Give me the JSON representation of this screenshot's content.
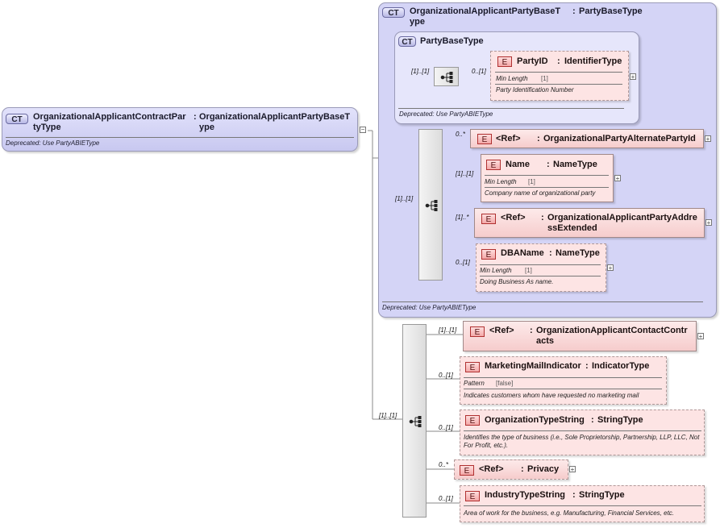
{
  "root": {
    "badge": "CT",
    "name": "OrganizationalApplicantContractPar tyType",
    "name_l1": "OrganizationalApplicantContractPar",
    "name_l2": "tyType",
    "colon": ":",
    "base_l1": "OrganizationalApplicantPartyBaseT",
    "base_l2": "ype",
    "deprecated": "Deprecated: Use PartyABIEType"
  },
  "party_base_t": {
    "badge": "CT",
    "name": "OrganizationalApplicantPartyBaseT",
    "colon": ":",
    "base": "PartyBaseType",
    "name_l2": "ype",
    "deprecated": "Deprecated: Use PartyABIEType"
  },
  "party_base": {
    "badge": "CT",
    "name": "PartyBaseType",
    "deprecated": "Deprecated: Use PartyABIEType",
    "seq_card": "[1]..[1]"
  },
  "elements": {
    "party_id": {
      "card": "0..[1]",
      "badge": "E",
      "name": "PartyID",
      "colon": ":",
      "type": "IdentifierType",
      "facet": "Min Length",
      "facet_val": "[1]",
      "doc": "Party Identification Number"
    },
    "alt_party": {
      "card": "0..*",
      "badge": "E",
      "name": "<Ref>",
      "colon": ":",
      "type": "OrganizationalPartyAlternatePartyId"
    },
    "name": {
      "card": "[1]..[1]",
      "badge": "E",
      "name": "Name",
      "colon": ":",
      "type": "NameType",
      "facet": "Min Length",
      "facet_val": "[1]",
      "doc": "Company name of organizational party"
    },
    "address": {
      "card": "[1]..*",
      "badge": "E",
      "name": "<Ref>",
      "colon": ":",
      "type_l1": "OrganizationalApplicantPartyAddre",
      "type_l2": "ssExtended"
    },
    "dba": {
      "card": "0..[1]",
      "badge": "E",
      "name": "DBAName",
      "colon": ":",
      "type": "NameType",
      "facet": "Min Length",
      "facet_val": "[1]",
      "doc": "Doing Business As name."
    },
    "contacts": {
      "card": "[1]..[1]",
      "badge": "E",
      "name": "<Ref>",
      "colon": ":",
      "type_l1": "OrganizationApplicantContactContr",
      "type_l2": "acts"
    },
    "marketing": {
      "card": "0..[1]",
      "badge": "E",
      "name": "MarketingMailIndicator",
      "colon": ":",
      "type": "IndicatorType",
      "facet": "Pattern",
      "facet_val": "[false]",
      "doc": "Indicates customers whom have requested no marketing mail"
    },
    "org_type": {
      "card": "0..[1]",
      "badge": "E",
      "name": "OrganizationTypeString",
      "colon": ":",
      "type": "StringType",
      "doc": "Identifies the type of business (i.e., Sole Proprietorship, Partnership, LLP, LLC, Not For Profit, etc.)."
    },
    "privacy": {
      "card": "0..*",
      "badge": "E",
      "name": "<Ref>",
      "colon": ":",
      "type": "Privacy"
    },
    "industry": {
      "card": "0..[1]",
      "badge": "E",
      "name": "IndustryTypeString",
      "colon": ":",
      "type": "StringType",
      "doc": "Area of work for the business, e.g. Manufacturing, Financial Services, etc."
    }
  },
  "sequences": {
    "seq_mid_card": "[1]..[1]",
    "seq_bottom_card": "[1]..[1]"
  }
}
